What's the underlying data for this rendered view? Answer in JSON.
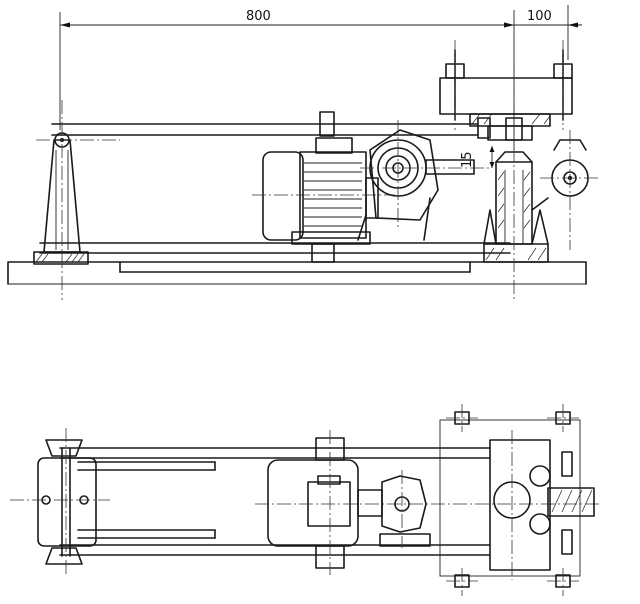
{
  "dimensions": {
    "overall_length": "800",
    "offset": "100",
    "crank_gap": "15"
  }
}
